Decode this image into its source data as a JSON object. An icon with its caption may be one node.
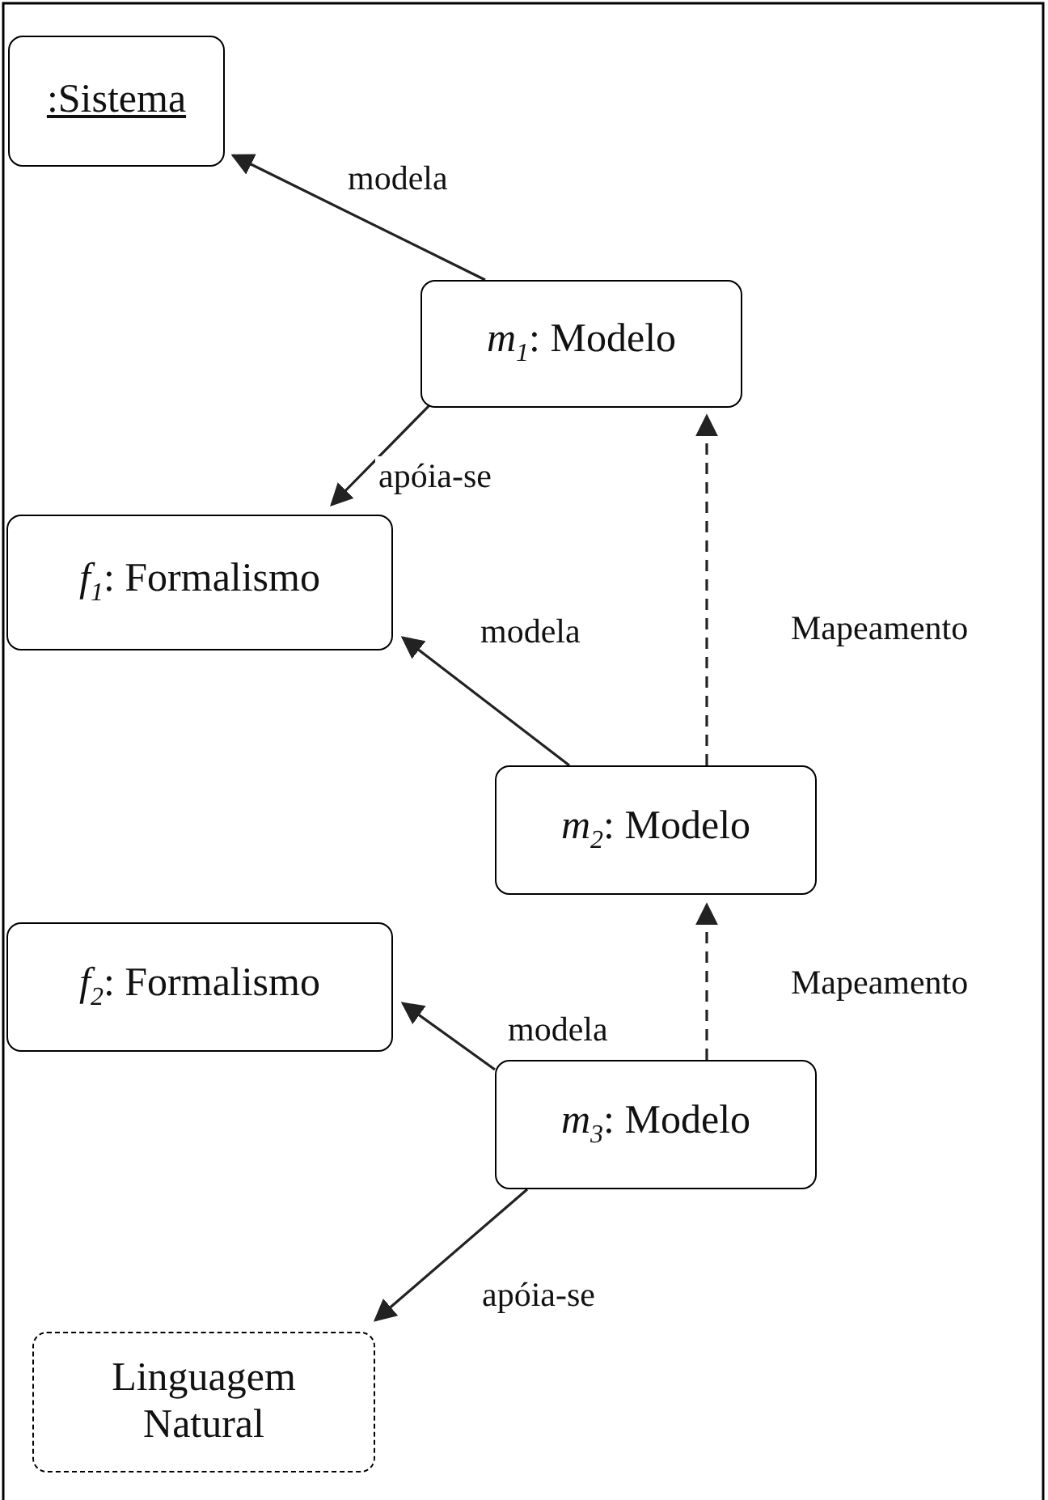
{
  "diagram": {
    "nodes": [
      {
        "text": [
          ":Sistema"
        ]
      },
      {
        "text": [
          "*m*$_{1}$: Modelo"
        ]
      },
      {
        "text": [
          "*f*$_{1}$: Formalismo"
        ]
      },
      {
        "text": [
          "*m*$_{2}$: Modelo"
        ]
      },
      {
        "text": [
          "*f*$_{2}$: Formalismo"
        ]
      },
      {
        "text": [
          "*m*$_{3}$: Modelo"
        ]
      },
      {
        "text": [
          "Linguagem Natural"
        ]
      }
    ],
    "edges": [
      {
        "from": 1,
        "to": 0,
        "arrow": "to",
        "label": "modela"
      },
      {
        "from": 1,
        "to": 2,
        "arrow": "to",
        "label": "apóia-se"
      },
      {
        "from": 3,
        "to": 2,
        "arrow": "to",
        "label": "modela"
      },
      {
        "from": 3,
        "to": 1,
        "arrow": "to",
        "label": "Mapeamento",
        "style": "dashed"
      },
      {
        "from": 5,
        "to": 4,
        "arrow": "to",
        "label": "modela"
      },
      {
        "from": 5,
        "to": 3,
        "arrow": "to",
        "label": "Mapeamento",
        "style": "dashed"
      },
      {
        "from": 5,
        "to": 6,
        "arrow": "to",
        "label": "apóia-se"
      }
    ]
  }
}
